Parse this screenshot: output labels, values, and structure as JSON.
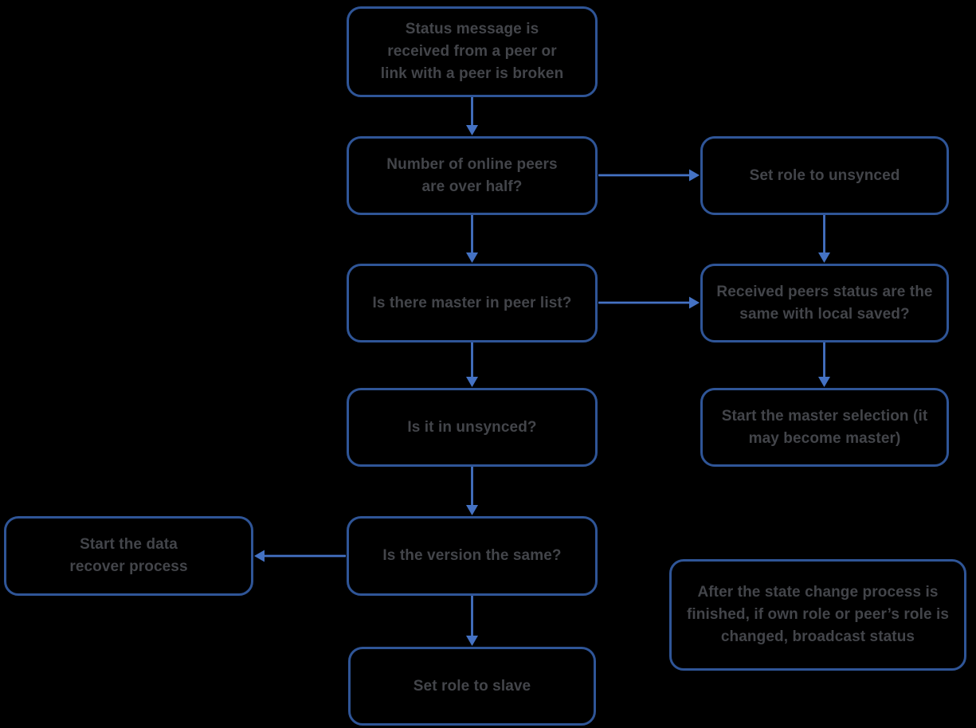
{
  "diagram": {
    "type": "flowchart",
    "colors": {
      "node_border": "#2f5597",
      "connector": "#4472c4",
      "node_text": "#43454a",
      "background": "#000000"
    },
    "nodes": {
      "status_message": {
        "label": "Status message is received from a peer or link with a peer is broken"
      },
      "online_peers": {
        "label": "Number of online peers are over half?"
      },
      "set_role_unsynced": {
        "label": "Set role to unsynced"
      },
      "master_in_peer_list": {
        "label": "Is there master in peer list?"
      },
      "received_peers_status": {
        "label": "Received peers status are the same with local saved?"
      },
      "is_it_in_unsynced": {
        "label": "Is it in unsynced?"
      },
      "start_master_selection": {
        "label": "Start the master selection (it may become master)"
      },
      "start_data_recover": {
        "label": "Start the data recover process"
      },
      "is_version_same": {
        "label": "Is the version the same?"
      },
      "set_role_slave": {
        "label": "Set role to slave"
      },
      "broadcast_note": {
        "label": "After the state change process is finished, if own role or peer’s role is changed, broadcast status"
      }
    },
    "edges": [
      {
        "from": "status_message",
        "to": "online_peers"
      },
      {
        "from": "online_peers",
        "to": "set_role_unsynced"
      },
      {
        "from": "online_peers",
        "to": "master_in_peer_list"
      },
      {
        "from": "set_role_unsynced",
        "to": "received_peers_status"
      },
      {
        "from": "master_in_peer_list",
        "to": "received_peers_status"
      },
      {
        "from": "master_in_peer_list",
        "to": "is_it_in_unsynced"
      },
      {
        "from": "received_peers_status",
        "to": "start_master_selection"
      },
      {
        "from": "is_it_in_unsynced",
        "to": "is_version_same"
      },
      {
        "from": "is_version_same",
        "to": "start_data_recover"
      },
      {
        "from": "is_version_same",
        "to": "set_role_slave"
      }
    ]
  }
}
